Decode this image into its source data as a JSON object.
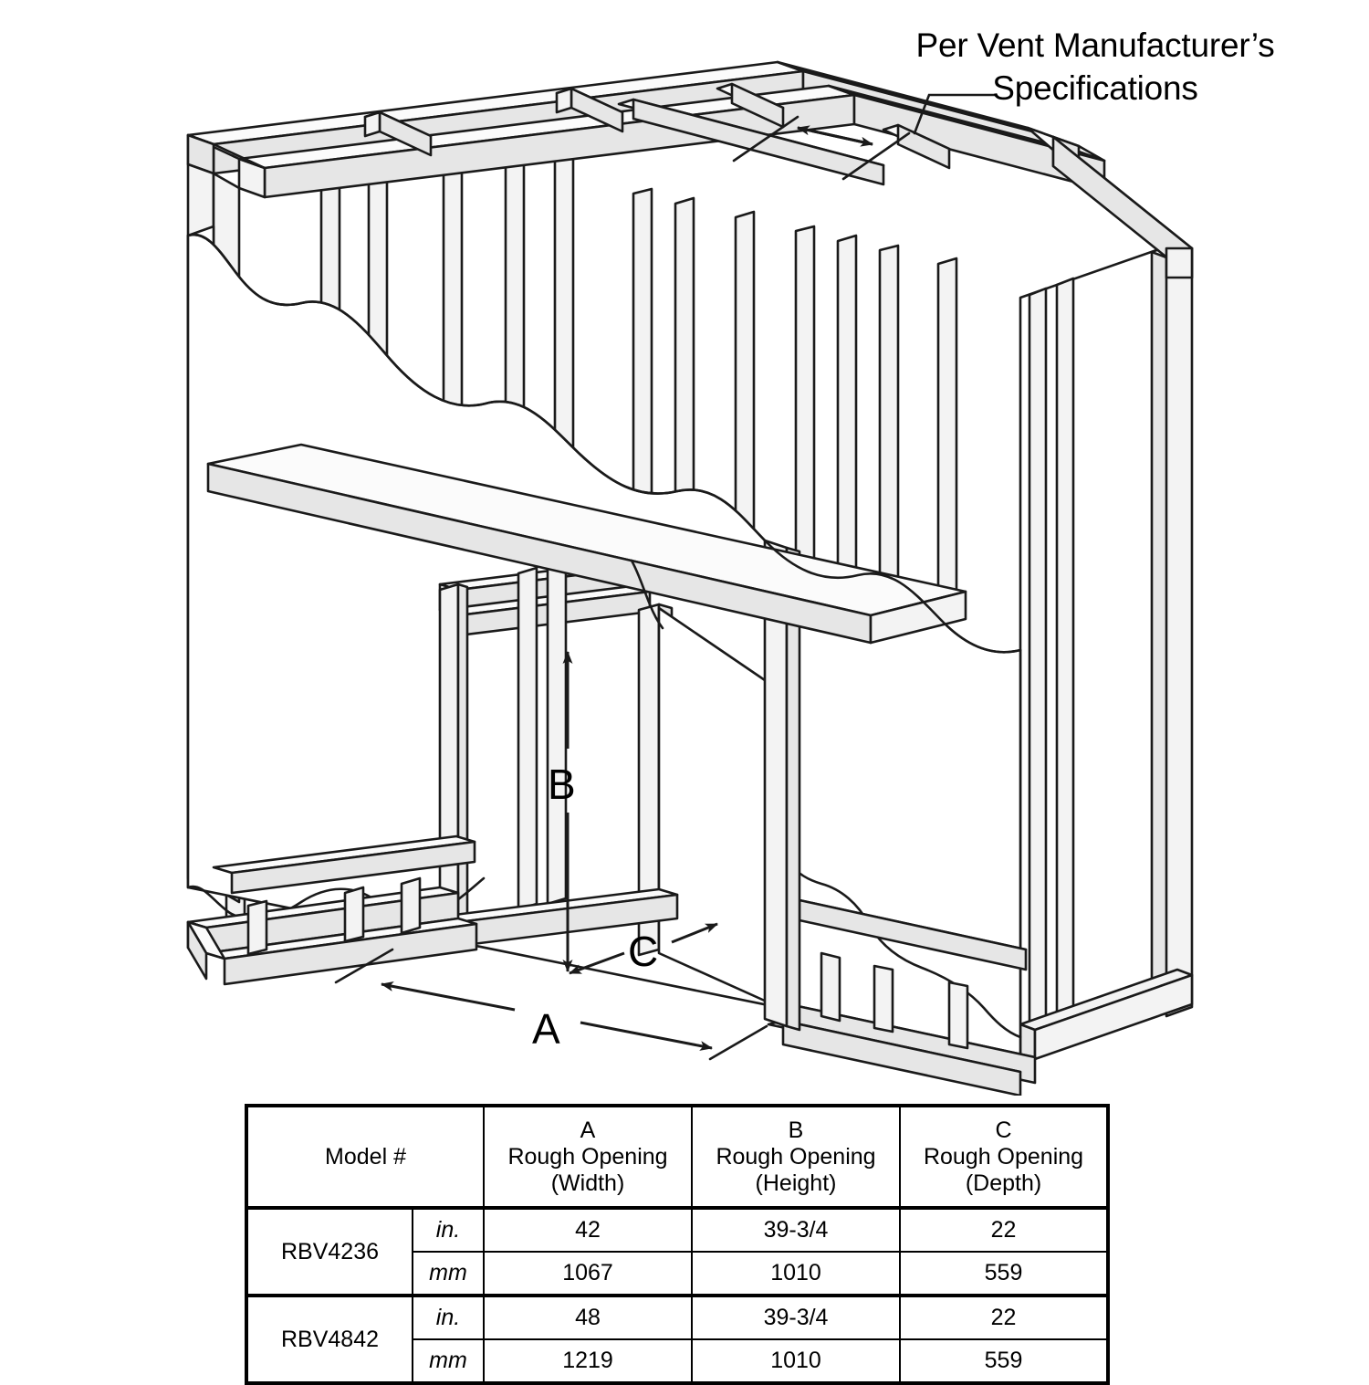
{
  "callout": {
    "line1": "Per Vent Manufacturer’s",
    "line2": "Specifications"
  },
  "dimensions": {
    "a_label": "A",
    "b_label": "B",
    "c_label": "C"
  },
  "table": {
    "model_header": "Model #",
    "columns": [
      {
        "letter": "A",
        "title": "Rough Opening",
        "sub": "(Width)"
      },
      {
        "letter": "B",
        "title": "Rough Opening",
        "sub": "(Height)"
      },
      {
        "letter": "C",
        "title": "Rough Opening",
        "sub": "(Depth)"
      }
    ],
    "rows": [
      {
        "model": "RBV4236",
        "units": [
          {
            "unit": "in.",
            "a": "42",
            "b": "39-3/4",
            "c": "22"
          },
          {
            "unit": "mm",
            "a": "1067",
            "b": "1010",
            "c": "559"
          }
        ]
      },
      {
        "model": "RBV4842",
        "units": [
          {
            "unit": "in.",
            "a": "48",
            "b": "39-3/4",
            "c": "22"
          },
          {
            "unit": "mm",
            "a": "1219",
            "b": "1010",
            "c": "559"
          }
        ]
      }
    ]
  },
  "colors": {
    "line": "#1a1a1a",
    "lumber_face": "#f2f2f2",
    "lumber_top": "#fafafa",
    "lumber_side": "#e8e8e8",
    "background": "#ffffff"
  }
}
